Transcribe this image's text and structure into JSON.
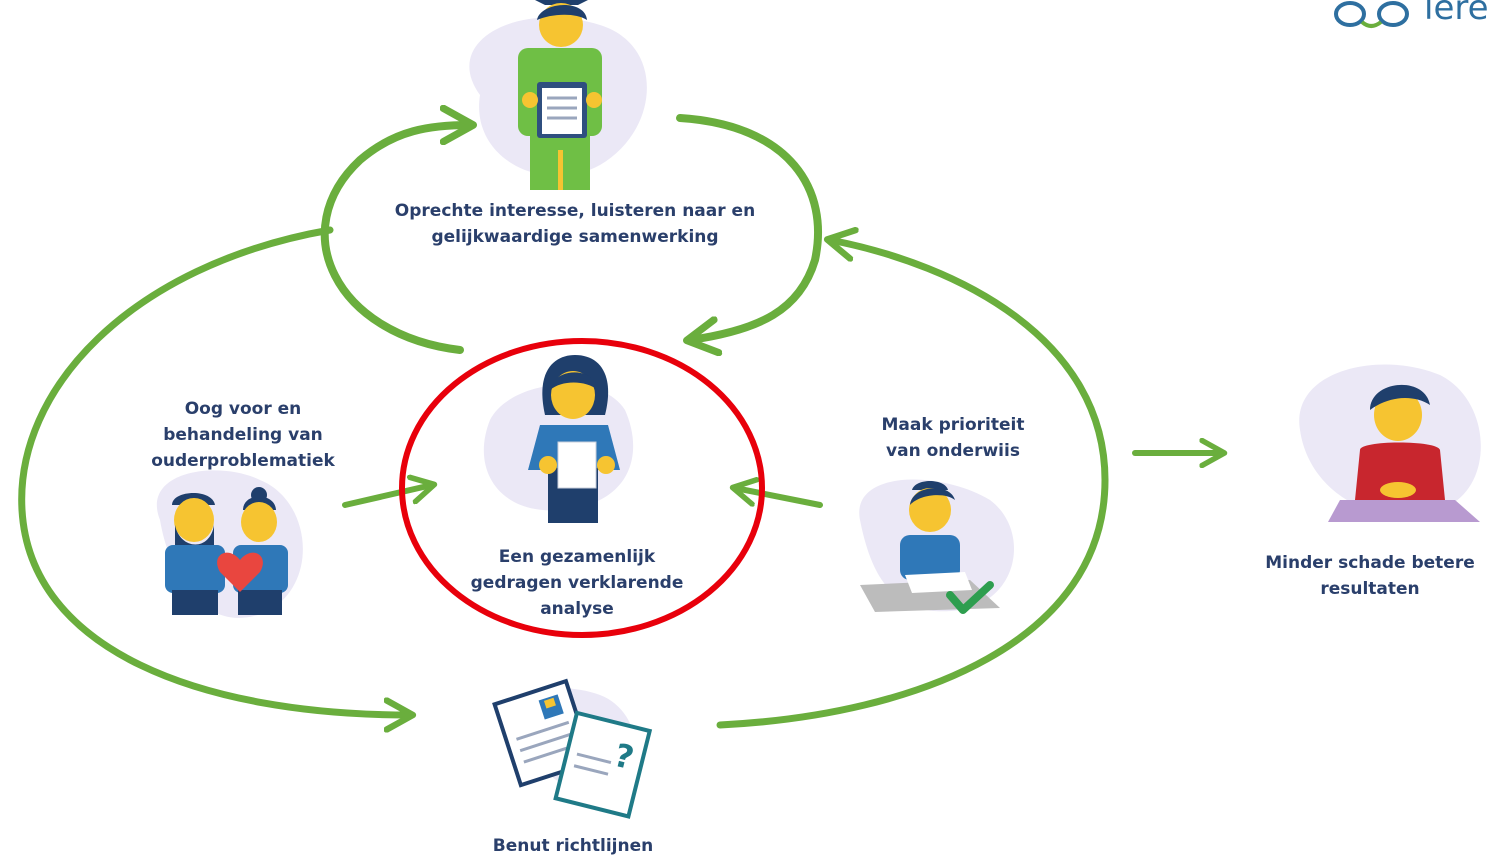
{
  "logo": {
    "text": "lere"
  },
  "nodes": {
    "top": {
      "line1": "Oprechte interesse, luisteren naar en",
      "line2": "gelijkwaardige samenwerking"
    },
    "left": {
      "line1": "Oog voor en",
      "line2": "behandeling van",
      "line3": "ouderproblematiek"
    },
    "center": {
      "line1": "Een gezamenlijk",
      "line2": "gedragen verklarende",
      "line3": "analyse"
    },
    "right": {
      "line1": "Maak prioriteit",
      "line2": "van onderwiis"
    },
    "bottom": {
      "line1": "Benut richtlijnen"
    },
    "outcome": {
      "line1": "Minder schade betere",
      "line2": "resultaten"
    }
  },
  "colors": {
    "arrow": "#6aae3d",
    "label": "#2a3f6b",
    "highlight": "#e8000b",
    "blob": "#ebe8f6",
    "skin": "#f6c431",
    "hair": "#1f3f6c",
    "shirt_blue": "#2f78b8",
    "shirt_green": "#6fbf45",
    "shirt_red": "#c8262e",
    "logo": "#2e6fa0"
  },
  "icons": [
    "clipboard-person-icon",
    "woman-with-paper-icon",
    "couple-with-heart-icon",
    "student-writing-icon",
    "documents-question-icon",
    "person-at-desk-icon"
  ]
}
